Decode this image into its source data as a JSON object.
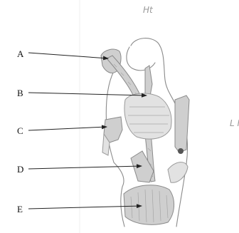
{
  "corner_marks": {
    "top": "Ht",
    "right": "L F"
  },
  "labels": [
    {
      "id": "a",
      "text": "A"
    },
    {
      "id": "b",
      "text": "B"
    },
    {
      "id": "c",
      "text": "C"
    },
    {
      "id": "d",
      "text": "D"
    },
    {
      "id": "e",
      "text": "E"
    }
  ]
}
